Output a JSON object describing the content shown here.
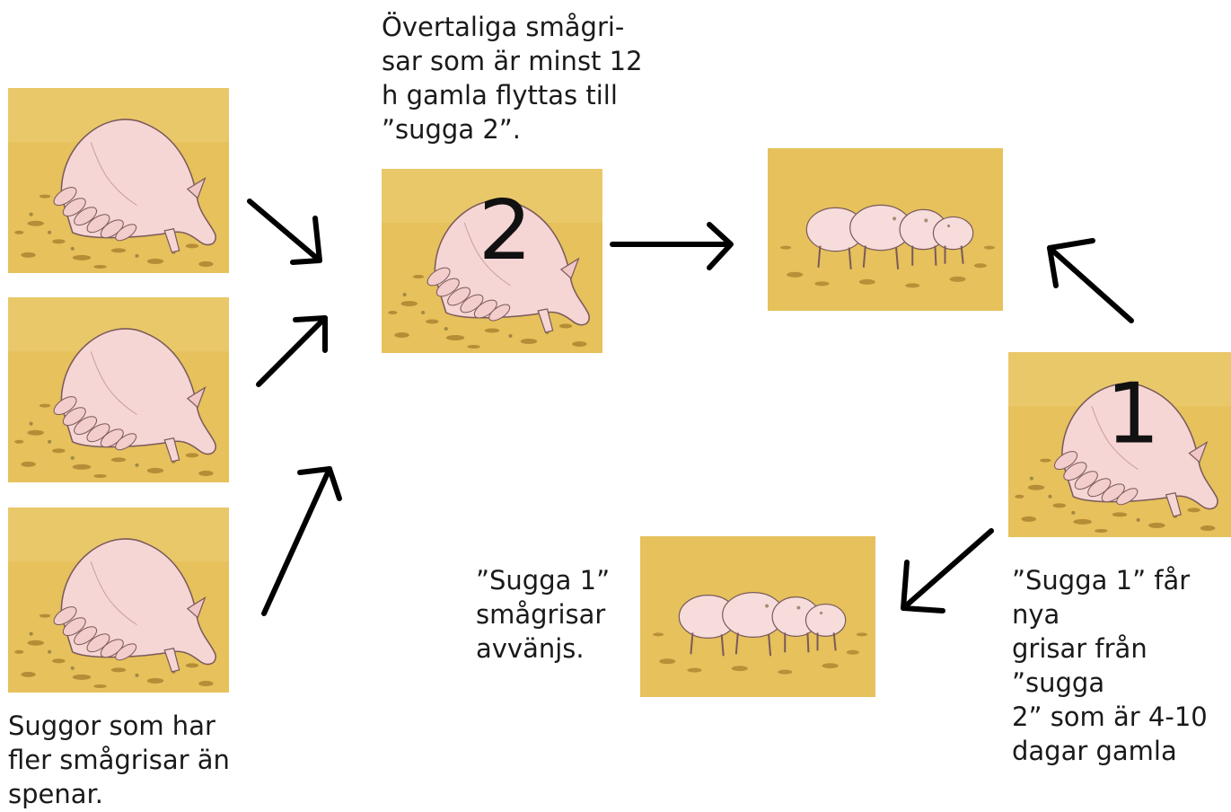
{
  "colors": {
    "ground": "#e7c25e",
    "ground_dark": "#b88a2e",
    "pig": "#f6d6d6",
    "outline": "#6b4f4f",
    "arrow": "#000000"
  },
  "icons": [
    "nursing-sow-image",
    "weaned-piglets-image",
    "arrow-icon"
  ],
  "panels": {
    "sow_top": {
      "badge": ""
    },
    "sow_mid": {
      "badge": ""
    },
    "sow_bottom": {
      "badge": ""
    },
    "sow_2": {
      "badge": "2"
    },
    "sow_1": {
      "badge": "1"
    }
  },
  "captions": {
    "top": "Övertaliga smågri-\nsar som är minst 12\nh gamla flyttas till\n”sugga 2”.",
    "bottom_left": "Suggor som har\nfler smågrisar än\nspenar.",
    "middle": "”Sugga 1”\nsmågrisar\navvänjs.",
    "right": "”Sugga 1” får nya\ngrisar från ”sugga\n2” som är 4-10\ndagar gamla"
  }
}
